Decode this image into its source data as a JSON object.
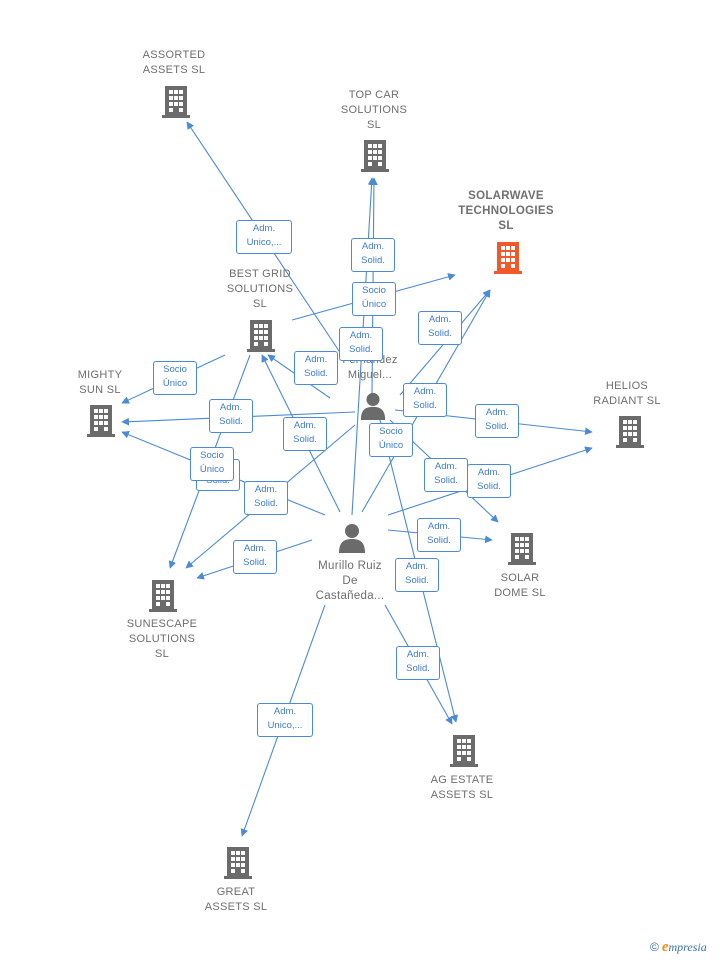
{
  "companies": {
    "assorted": "ASSORTED\nASSETS  SL",
    "topcar": "TOP CAR\nSOLUTIONS\nSL",
    "solarwave": "SOLARWAVE\nTECHNOLOGIES\nSL",
    "bestgrid": "BEST GRID\nSOLUTIONS\nSL",
    "mighty": "MIGHTY\nSUN  SL",
    "helios": "HELIOS\nRADIANT  SL",
    "solardome": "SOLAR\nDOME  SL",
    "sunescape": "SUNESCAPE\nSOLUTIONS\nSL",
    "agestate": "AG ESTATE\nASSETS  SL",
    "great": "GREAT\nASSETS  SL"
  },
  "persons": {
    "fernandez": "Fernandez\nMiguel...",
    "murillo": "Murillo Ruiz\nDe\nCastañeda..."
  },
  "edge_labels": {
    "adm_unico": "Adm.\nUnico,...",
    "adm_solid": "Adm.\nSolid.",
    "socio_unico": "Socio\nÚnico",
    "solid_partial": "Solid."
  },
  "colors": {
    "edge": "#4a8ad6",
    "building": "#6b6b6b",
    "building_main": "#f0592a"
  },
  "brand": {
    "copyright": "©",
    "e": "e",
    "rest": "mpresia"
  }
}
